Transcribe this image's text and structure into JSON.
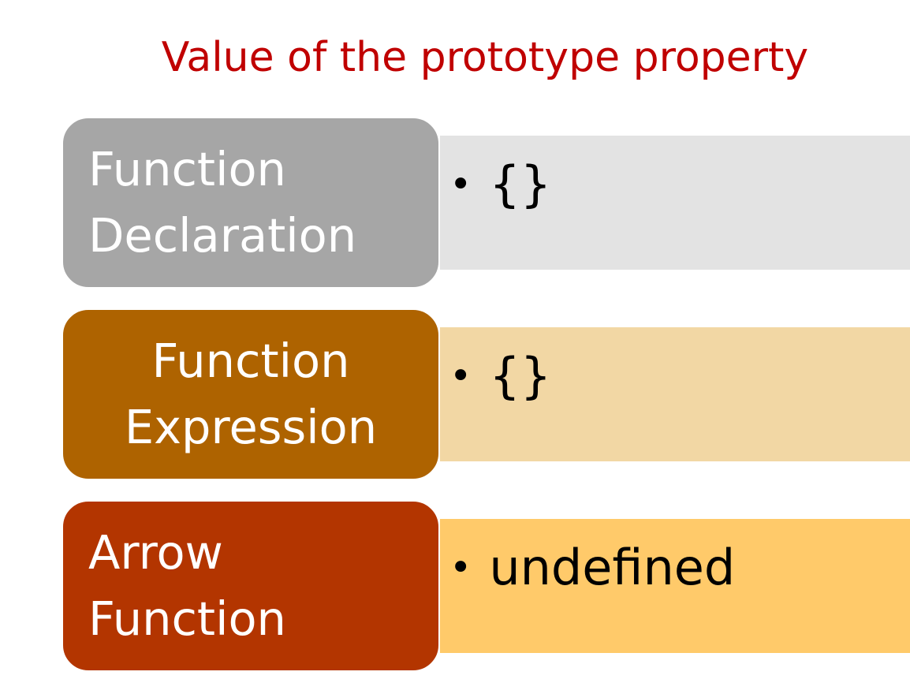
{
  "title": "Value of the prototype property",
  "rows": [
    {
      "label_lines": [
        "Function",
        "Declaration"
      ],
      "value": "{}",
      "label_color": "#A6A6A6",
      "panel_color": "#E3E3E3"
    },
    {
      "label_lines": [
        "Function",
        "Expression"
      ],
      "value": "{}",
      "label_color": "#AE6300",
      "panel_color": "#F2D7A4"
    },
    {
      "label_lines": [
        "Arrow",
        "Function"
      ],
      "value": "undefined",
      "label_color": "#B33500",
      "panel_color": "#FFCA6A"
    }
  ],
  "bullet_glyph": "•"
}
